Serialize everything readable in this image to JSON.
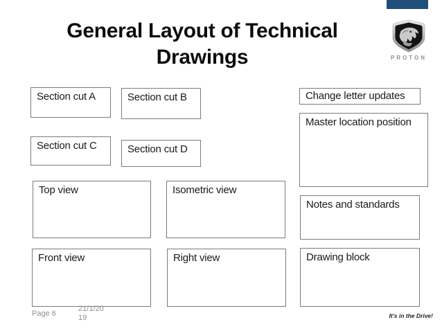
{
  "header": {
    "title_line1": "General Layout of Technical",
    "title_line2": "Drawings"
  },
  "logo": {
    "brand": "PROTON",
    "icon": "proton-tiger-shield-icon"
  },
  "boxes": [
    {
      "label": "Section cut A"
    },
    {
      "label": "Section cut B"
    },
    {
      "label": "Section cut C"
    },
    {
      "label": "Section cut D"
    },
    {
      "label": "Top view"
    },
    {
      "label": "Isometric view"
    },
    {
      "label": "Front view"
    },
    {
      "label": "Right view"
    },
    {
      "label": "Change letter updates"
    },
    {
      "label": "Master location position"
    },
    {
      "label": "Notes and standards"
    },
    {
      "label": "Drawing block"
    }
  ],
  "footer": {
    "page_label": "Page 6",
    "date_line1": "21/1/20",
    "date_line2": "19",
    "tagline": "It's in the Drive!"
  },
  "colors": {
    "accent_bar": "#1F4E79",
    "box_border": "#7A7A7A",
    "footer_text": "#8F8F8F",
    "tagline": "#1C1C1C",
    "title_text": "#0D0D0D"
  }
}
